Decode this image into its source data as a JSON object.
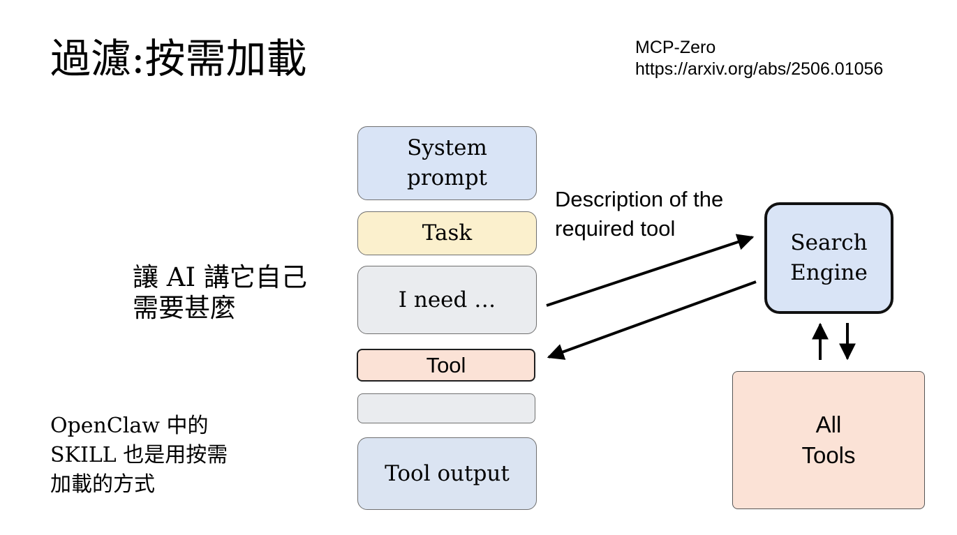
{
  "slide": {
    "title": "過濾:按需加載",
    "reference": {
      "name": "MCP-Zero",
      "url": "https://arxiv.org/abs/2506.01056"
    }
  },
  "context_stack": [
    {
      "id": "system",
      "lines": [
        "System",
        "prompt"
      ],
      "color": "#d9e4f6"
    },
    {
      "id": "task",
      "lines": [
        "Task"
      ],
      "color": "#fbf0cd"
    },
    {
      "id": "need",
      "lines": [
        "I need …"
      ],
      "color": "#eaecef"
    },
    {
      "id": "tool",
      "lines": [
        "Tool"
      ],
      "color": "#fbe2d6"
    },
    {
      "id": "empty",
      "lines": [],
      "color": "#eaecef"
    },
    {
      "id": "tool-output",
      "lines": [
        "Tool output"
      ],
      "color": "#dbe4f2"
    }
  ],
  "arrow_label": [
    "Description of the",
    "required tool"
  ],
  "search_engine": {
    "lines": [
      "Search",
      "Engine"
    ],
    "color": "#d9e4f6"
  },
  "all_tools": {
    "lines": [
      "All",
      "Tools"
    ],
    "color": "#fbe2d6"
  },
  "notes": {
    "left": [
      "讓 AI 講它自己",
      "需要甚麼"
    ],
    "bottom": [
      "OpenClaw 中的",
      "SKILL 也是用按需",
      "加載的方式"
    ]
  }
}
